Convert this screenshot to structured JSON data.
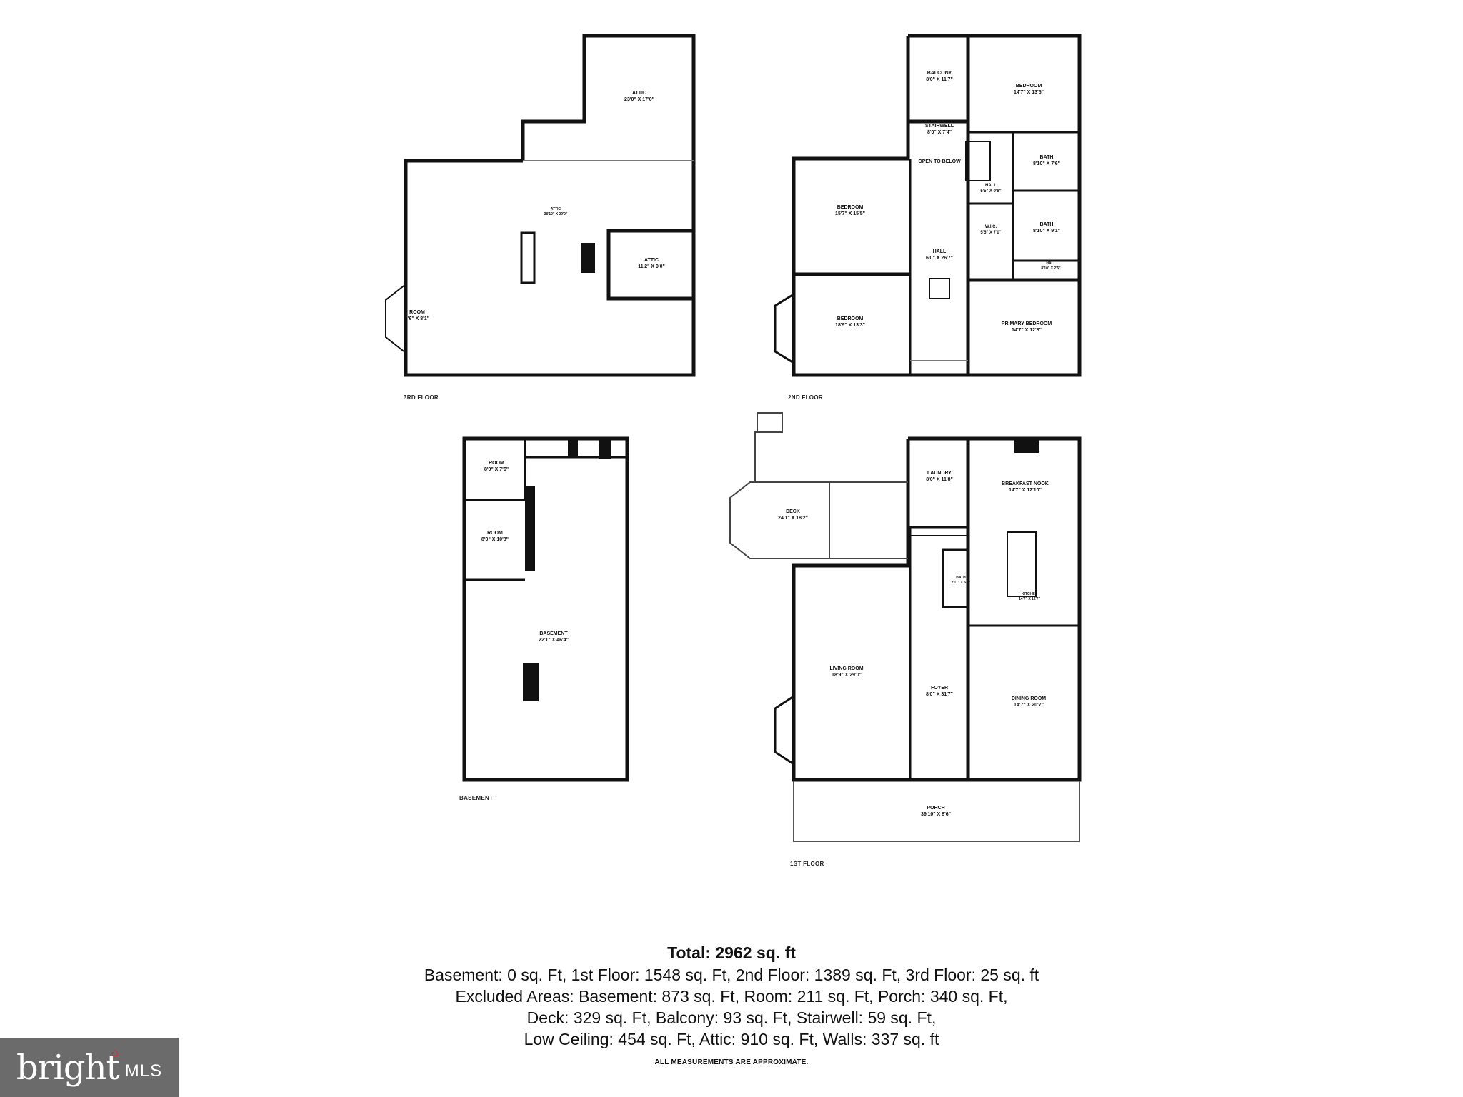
{
  "floors": {
    "third": {
      "label": "3RD FLOOR",
      "rooms": [
        {
          "name": "ATTIC",
          "dims": "23'0\" X 17'0\""
        },
        {
          "name": "ATTIC",
          "dims": "38'10\" X 29'0\""
        },
        {
          "name": "ATTIC",
          "dims": "11'2\" X 9'0\""
        },
        {
          "name": "ROOM",
          "dims": "8'6\" X 8'1\""
        }
      ]
    },
    "second": {
      "label": "2ND FLOOR",
      "rooms": [
        {
          "name": "BALCONY",
          "dims": "8'0\" X 11'7\""
        },
        {
          "name": "BEDROOM",
          "dims": "14'7\" X 13'5\""
        },
        {
          "name": "STAIRWELL",
          "dims": "8'0\" X 7'4\""
        },
        {
          "name": "OPEN TO BELOW",
          "dims": ""
        },
        {
          "name": "BATH",
          "dims": "8'10\" X 7'6\""
        },
        {
          "name": "HALL",
          "dims": "5'5\" X 9'6\""
        },
        {
          "name": "BEDROOM",
          "dims": "15'7\" X 15'5\""
        },
        {
          "name": "W.I.C.",
          "dims": "5'5\" X 7'0\""
        },
        {
          "name": "BATH",
          "dims": "8'10\" X 9'1\""
        },
        {
          "name": "HALL",
          "dims": "6'0\" X 26'7\""
        },
        {
          "name": "HALL",
          "dims": "8'10\" X 2'5\""
        },
        {
          "name": "BEDROOM",
          "dims": "18'9\" X 13'3\""
        },
        {
          "name": "PRIMARY BEDROOM",
          "dims": "14'7\" X 12'8\""
        }
      ]
    },
    "basement": {
      "label": "BASEMENT",
      "rooms": [
        {
          "name": "ROOM",
          "dims": "8'0\" X 7'6\""
        },
        {
          "name": "ROOM",
          "dims": "8'0\" X 10'8\""
        },
        {
          "name": "BASEMENT",
          "dims": "22'1\" X 46'4\""
        }
      ]
    },
    "first": {
      "label": "1ST FLOOR",
      "rooms": [
        {
          "name": "LAUNDRY",
          "dims": "8'0\" X 11'8\""
        },
        {
          "name": "BREAKFAST NOOK",
          "dims": "14'7\" X 12'10\""
        },
        {
          "name": "DECK",
          "dims": "24'1\" X 18'2\""
        },
        {
          "name": "BATH",
          "dims": "2'11\" X 6'1\""
        },
        {
          "name": "KITCHEN",
          "dims": "14'7\" X 12'7\""
        },
        {
          "name": "LIVING ROOM",
          "dims": "18'9\" X 29'0\""
        },
        {
          "name": "FOYER",
          "dims": "8'0\" X 31'7\""
        },
        {
          "name": "DINING ROOM",
          "dims": "14'7\" X 20'7\""
        },
        {
          "name": "PORCH",
          "dims": "39'10\" X 8'6\""
        }
      ]
    }
  },
  "summary": {
    "total": "Total: 2962 sq. ft",
    "lines": [
      "Basement: 0 sq. Ft, 1st Floor: 1548 sq. Ft, 2nd Floor: 1389 sq. Ft, 3rd Floor: 25 sq. ft",
      "Excluded Areas: Basement: 873 sq. Ft, Room: 211 sq. Ft, Porch: 340 sq. Ft,",
      "Deck: 329 sq. Ft, Balcony: 93 sq. Ft, Stairwell: 59 sq. Ft,",
      "Low Ceiling: 454 sq. Ft, Attic: 910 sq. Ft, Walls: 337 sq. ft"
    ],
    "note": "ALL MEASUREMENTS ARE APPROXIMATE."
  },
  "logo": {
    "word": "bright",
    "suffix": "MLS",
    "accent": "#e2252c",
    "background": "#6b6b6b"
  },
  "colors": {
    "wall": "#111111",
    "thin": "#666666"
  }
}
